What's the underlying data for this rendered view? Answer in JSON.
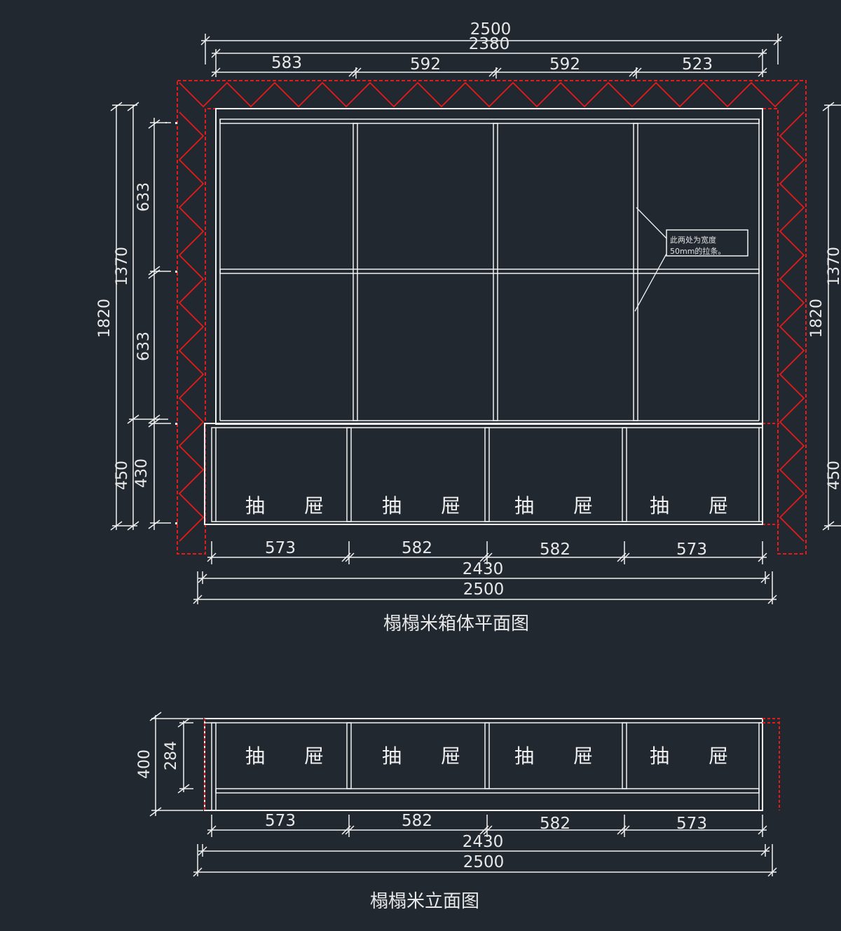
{
  "colors": {
    "background": "#212830",
    "line": "#f0f0f0",
    "wall": "#e51b1b"
  },
  "plan": {
    "title": "榻榻米箱体平面图",
    "top_dims": {
      "overall": "2500",
      "inner": "2380",
      "segments": [
        "583",
        "592",
        "592",
        "523"
      ]
    },
    "bottom_dims": {
      "segments": [
        "573",
        "582",
        "582",
        "573"
      ],
      "inner": "2430",
      "overall": "2500"
    },
    "left_dims": {
      "overall": "1820",
      "upper": "1370",
      "cell_top": "633",
      "cell_bottom": "633",
      "drawer_outer": "450",
      "drawer_inner": "430"
    },
    "right_dims": {
      "overall": "1820",
      "upper": "1370",
      "drawer": "450"
    },
    "note_line1": "此两处为宽度",
    "note_line2": "50mm的拉条。",
    "drawer_char1": "抽",
    "drawer_char2": "屉"
  },
  "elevation": {
    "title": "榻榻米立面图",
    "left_dims": {
      "outer": "400",
      "inner": "284"
    },
    "bottom_dims": {
      "segments": [
        "573",
        "582",
        "582",
        "573"
      ],
      "inner": "2430",
      "overall": "2500"
    }
  }
}
